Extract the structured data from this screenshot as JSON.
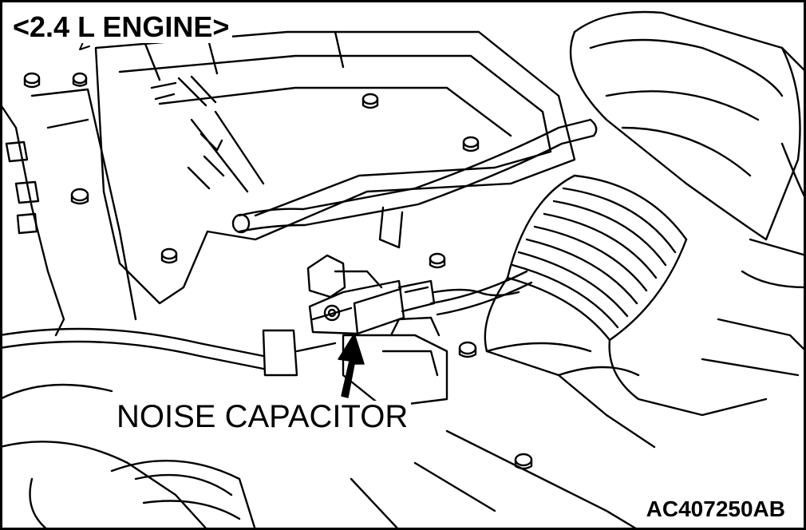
{
  "title": "<2.4 L ENGINE>",
  "callout_label": "NOISE CAPACITOR",
  "figure_id": "AC407250AB",
  "line_color": "#000000",
  "background_color": "#ffffff"
}
